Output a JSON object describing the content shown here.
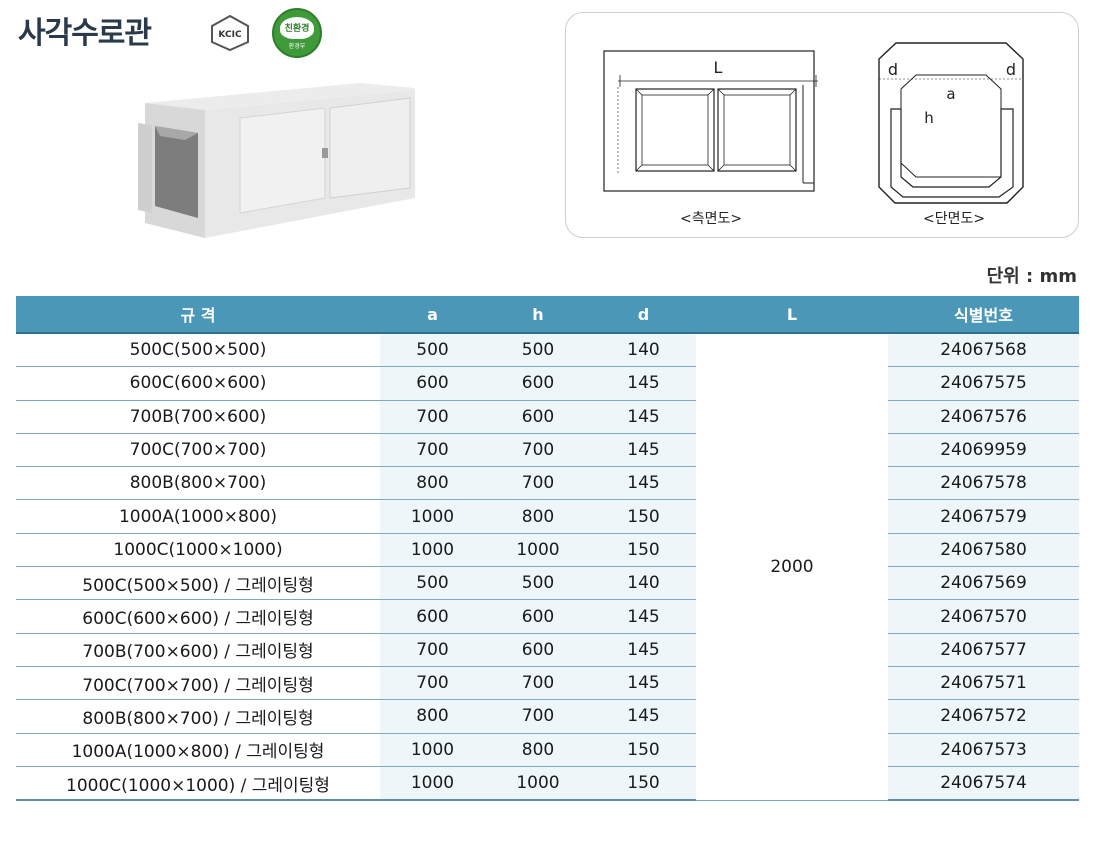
{
  "header": {
    "title": "사각수로관",
    "cert1_text": "KCIC",
    "cert2_top": "친환경",
    "cert2_sub": "환경부"
  },
  "diagram": {
    "side_caption": "<측면도>",
    "section_caption": "<단면도>",
    "label_L": "L",
    "label_d": "d",
    "label_a": "a",
    "label_h": "h"
  },
  "unit": "단위 : mm",
  "table": {
    "headers": [
      "규 격",
      "a",
      "h",
      "d",
      "L",
      "식별번호"
    ],
    "length_value": "2000",
    "rows": [
      {
        "spec": "500C(500×500)",
        "a": "500",
        "h": "500",
        "d": "140",
        "id": "24067568"
      },
      {
        "spec": "600C(600×600)",
        "a": "600",
        "h": "600",
        "d": "145",
        "id": "24067575"
      },
      {
        "spec": "700B(700×600)",
        "a": "700",
        "h": "600",
        "d": "145",
        "id": "24067576"
      },
      {
        "spec": "700C(700×700)",
        "a": "700",
        "h": "700",
        "d": "145",
        "id": "24069959"
      },
      {
        "spec": "800B(800×700)",
        "a": "800",
        "h": "700",
        "d": "145",
        "id": "24067578"
      },
      {
        "spec": "1000A(1000×800)",
        "a": "1000",
        "h": "800",
        "d": "150",
        "id": "24067579"
      },
      {
        "spec": "1000C(1000×1000)",
        "a": "1000",
        "h": "1000",
        "d": "150",
        "id": "24067580"
      },
      {
        "spec": "500C(500×500) / 그레이팅형",
        "a": "500",
        "h": "500",
        "d": "140",
        "id": "24067569"
      },
      {
        "spec": "600C(600×600) / 그레이팅형",
        "a": "600",
        "h": "600",
        "d": "145",
        "id": "24067570"
      },
      {
        "spec": "700B(700×600) / 그레이팅형",
        "a": "700",
        "h": "600",
        "d": "145",
        "id": "24067577"
      },
      {
        "spec": "700C(700×700) / 그레이팅형",
        "a": "700",
        "h": "700",
        "d": "145",
        "id": "24067571"
      },
      {
        "spec": "800B(800×700) / 그레이팅형",
        "a": "800",
        "h": "700",
        "d": "145",
        "id": "24067572"
      },
      {
        "spec": "1000A(1000×800) / 그레이팅형",
        "a": "1000",
        "h": "800",
        "d": "150",
        "id": "24067573"
      },
      {
        "spec": "1000C(1000×1000) / 그레이팅형",
        "a": "1000",
        "h": "1000",
        "d": "150",
        "id": "24067574"
      }
    ]
  }
}
